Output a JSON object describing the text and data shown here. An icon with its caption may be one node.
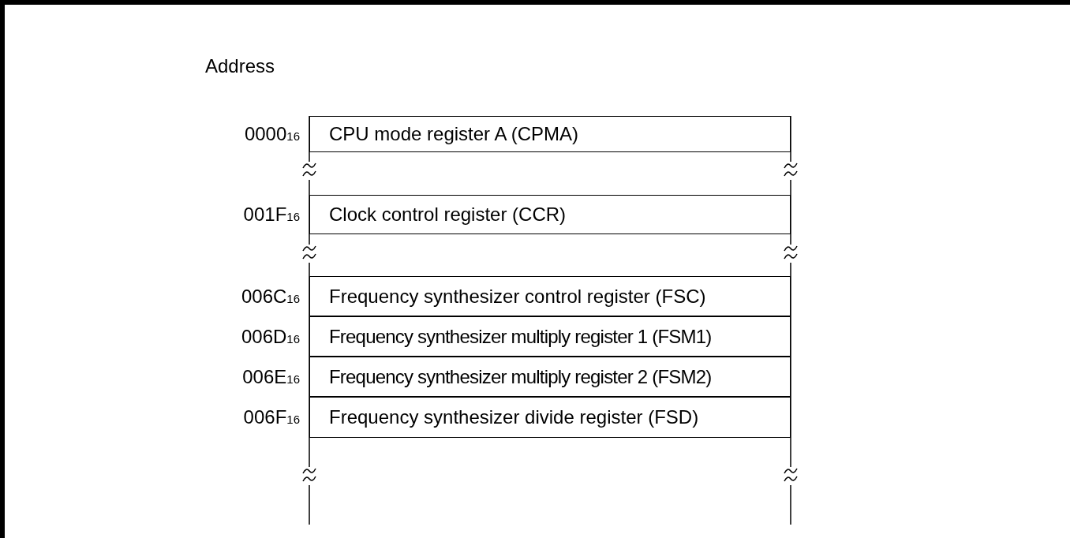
{
  "diagram": {
    "nodes": [
      {
        "text": [
          "CPU mode register A (CPMA)"
        ],
        "beside": [
          "0000$_{16}$"
        ]
      },
      {
        "text": [
          "Clock control register (CCR)"
        ],
        "beside": [
          "001F$_{16}$"
        ]
      },
      {
        "text": [
          "Frequency synthesizer control register (FSC)"
        ],
        "beside": [
          "006C$_{16}$"
        ]
      },
      {
        "text": [
          "Frequency synthesizer multiply register 1 (FSM1)"
        ],
        "beside": [
          "006D$_{16}$"
        ]
      },
      {
        "text": [
          "Frequency synthesizer multiply register 2 (FSM2)"
        ],
        "beside": [
          "006E$_{16}$"
        ]
      },
      {
        "text": [
          "Frequency synthesizer divide register (FSD)"
        ],
        "beside": [
          "006F$_{16}$"
        ]
      }
    ],
    "edges": [],
    "labels": [
      "Address"
    ]
  }
}
